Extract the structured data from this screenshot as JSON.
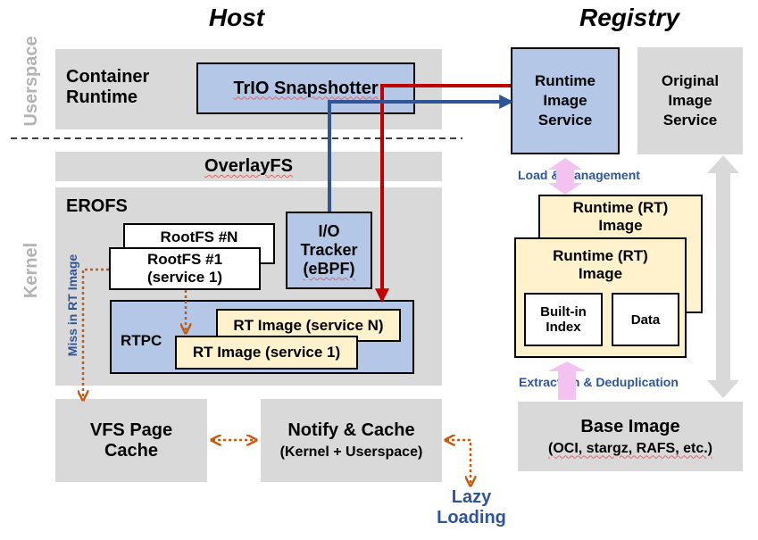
{
  "headers": {
    "host": "Host",
    "registry": "Registry"
  },
  "side_labels": {
    "userspace": "Userspace",
    "kernel": "Kernel"
  },
  "host": {
    "container_runtime": [
      "Container",
      "Runtime"
    ],
    "snapshotter": "TrIO Snapshotter",
    "overlayfs": "OverlayFS",
    "erofs": "EROFS",
    "rootfs_n": "RootFS #N",
    "rootfs_1": [
      "RootFS #1",
      "(service 1)"
    ],
    "io_tracker": [
      "I/O",
      "Tracker",
      "(eBPF)"
    ],
    "rtpc": "RTPC",
    "rt_image_n": "RT Image (service N)",
    "rt_image_1": "RT Image (service 1)",
    "miss_label": "Miss in RT Image",
    "vfs_cache": [
      "VFS Page",
      "Cache"
    ],
    "notify_cache": [
      "Notify & Cache",
      "(Kernel + Userspace)"
    ],
    "lazy_loading": [
      "Lazy",
      "Loading"
    ]
  },
  "registry": {
    "runtime_image_service": [
      "Runtime",
      "Image",
      "Service"
    ],
    "original_image_service": [
      "Original",
      "Image",
      "Service"
    ],
    "load_management": "Load & Management",
    "rt_image_back": [
      "Runtime (RT)",
      "Image"
    ],
    "rt_image_front": [
      "Runtime (RT)",
      "Image"
    ],
    "builtin_index": [
      "Built-in",
      "Index"
    ],
    "data": "Data",
    "extraction": "Extraction & Deduplication",
    "base_image": [
      "Base Image",
      "(OCI, stargz, RAFS, etc.)"
    ]
  },
  "colors": {
    "box_gray": "#d9d9d9",
    "box_blue": "#b4c7e7",
    "box_cream": "#fff2cc",
    "arrow_red": "#c00000",
    "arrow_blue": "#2f5597",
    "arrow_orange": "#c55a11",
    "arrow_pink": "#f4c2f0",
    "arrow_gray": "#d9d9d9",
    "label_navy": "#2f5597"
  }
}
